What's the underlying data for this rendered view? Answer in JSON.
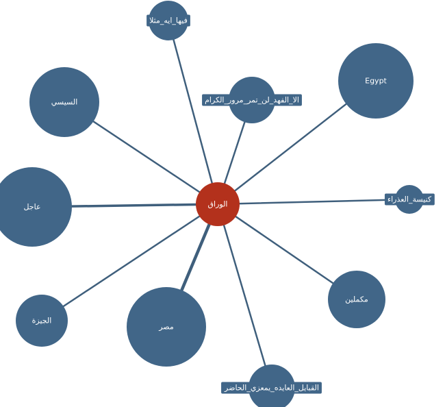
{
  "graph": {
    "center": {
      "id": "center",
      "label": "الوراق"
    },
    "nodes": [
      {
        "id": "n1",
        "label": "فيها_ايه_مثلا"
      },
      {
        "id": "n2",
        "label": "Egypt"
      },
      {
        "id": "n3",
        "label": "السيسي"
      },
      {
        "id": "n4",
        "label": "الا_الفهد_لن_تمر_مرور_الكرام"
      },
      {
        "id": "n5",
        "label": "عاجل"
      },
      {
        "id": "n6",
        "label": "كنيسة_العذراء"
      },
      {
        "id": "n7",
        "label": "مكملين"
      },
      {
        "id": "n8",
        "label": "الجيزة"
      },
      {
        "id": "n9",
        "label": "مصر"
      },
      {
        "id": "n10",
        "label": "القبايل_العايده_يمعزي_الحاضر"
      }
    ],
    "edges": [
      {
        "from": "center",
        "to": "n1"
      },
      {
        "from": "center",
        "to": "n2"
      },
      {
        "from": "center",
        "to": "n3"
      },
      {
        "from": "center",
        "to": "n4"
      },
      {
        "from": "center",
        "to": "n5"
      },
      {
        "from": "center",
        "to": "n6"
      },
      {
        "from": "center",
        "to": "n7"
      },
      {
        "from": "center",
        "to": "n8"
      },
      {
        "from": "center",
        "to": "n9"
      },
      {
        "from": "center",
        "to": "n10"
      }
    ],
    "colors": {
      "node": "#416688",
      "center": "#b3311c",
      "edge": "#3f5f7c",
      "label": "#ffffff"
    }
  }
}
